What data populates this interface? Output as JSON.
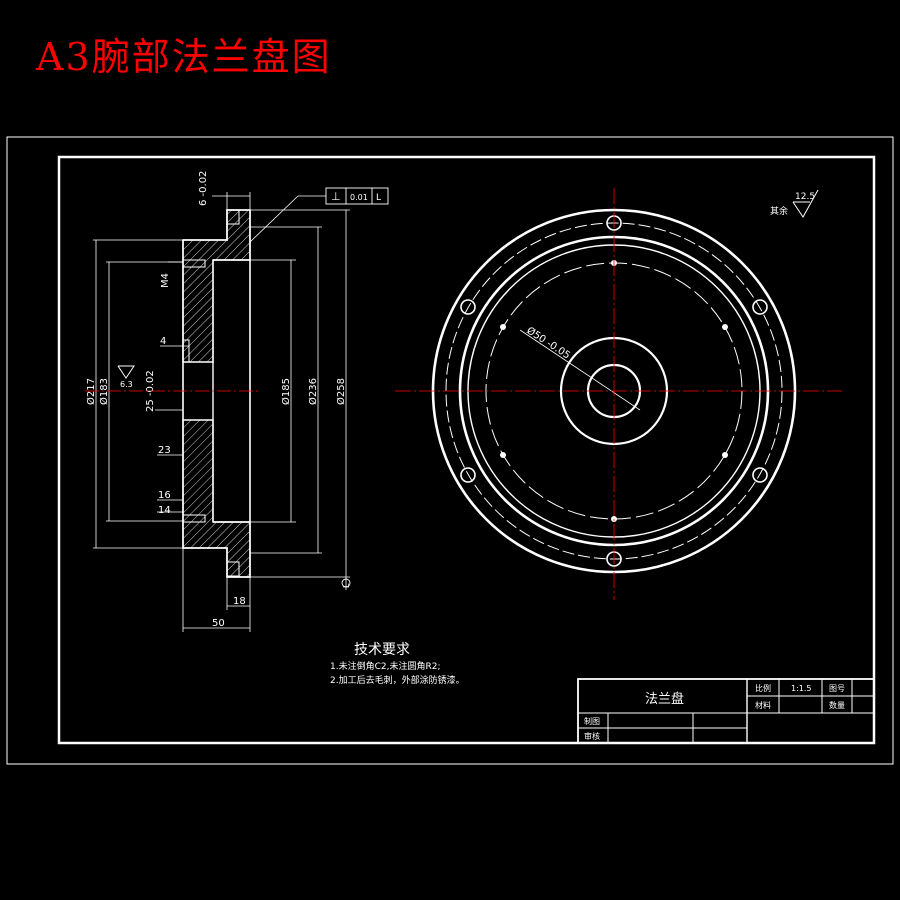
{
  "page_title": "A3腕部法兰盘图",
  "colors": {
    "background": "#000000",
    "title": "#ff0000",
    "lines": "#ffffff",
    "centerline": "#ff0000"
  },
  "tolerance_frame": {
    "symbol": "⊥",
    "value": "0.01",
    "datum": "L"
  },
  "datum_label": "L",
  "roughness": {
    "prefix": "其余",
    "value": "12.5"
  },
  "section_view": {
    "dims": {
      "top_tol": "6 -0.02",
      "m4": "M4",
      "d4": "4",
      "rough63": "6.3",
      "d25": "25 -0.02",
      "d23": "23",
      "d16": "16",
      "d14": "14",
      "d18": "18",
      "d50": "50",
      "dia217": "Ø217",
      "dia183": "Ø183",
      "dia185": "Ø185",
      "dia236": "Ø236",
      "dia258": "Ø258"
    }
  },
  "front_view": {
    "bore_dim": "Ø50 -0.05"
  },
  "tech_req": {
    "title": "技术要求",
    "items": [
      "1.未注倒角C2,未注圆角R2;",
      "2.加工后去毛刺，外部涂防锈漆。"
    ]
  },
  "title_block": {
    "part_name": "法兰盘",
    "scale_label": "比例",
    "scale_value": "1:1.5",
    "drawing_no_label": "图号",
    "material_label": "材料",
    "quantity_label": "数量",
    "drafter_label": "制图",
    "reviewer_label": "审核"
  }
}
